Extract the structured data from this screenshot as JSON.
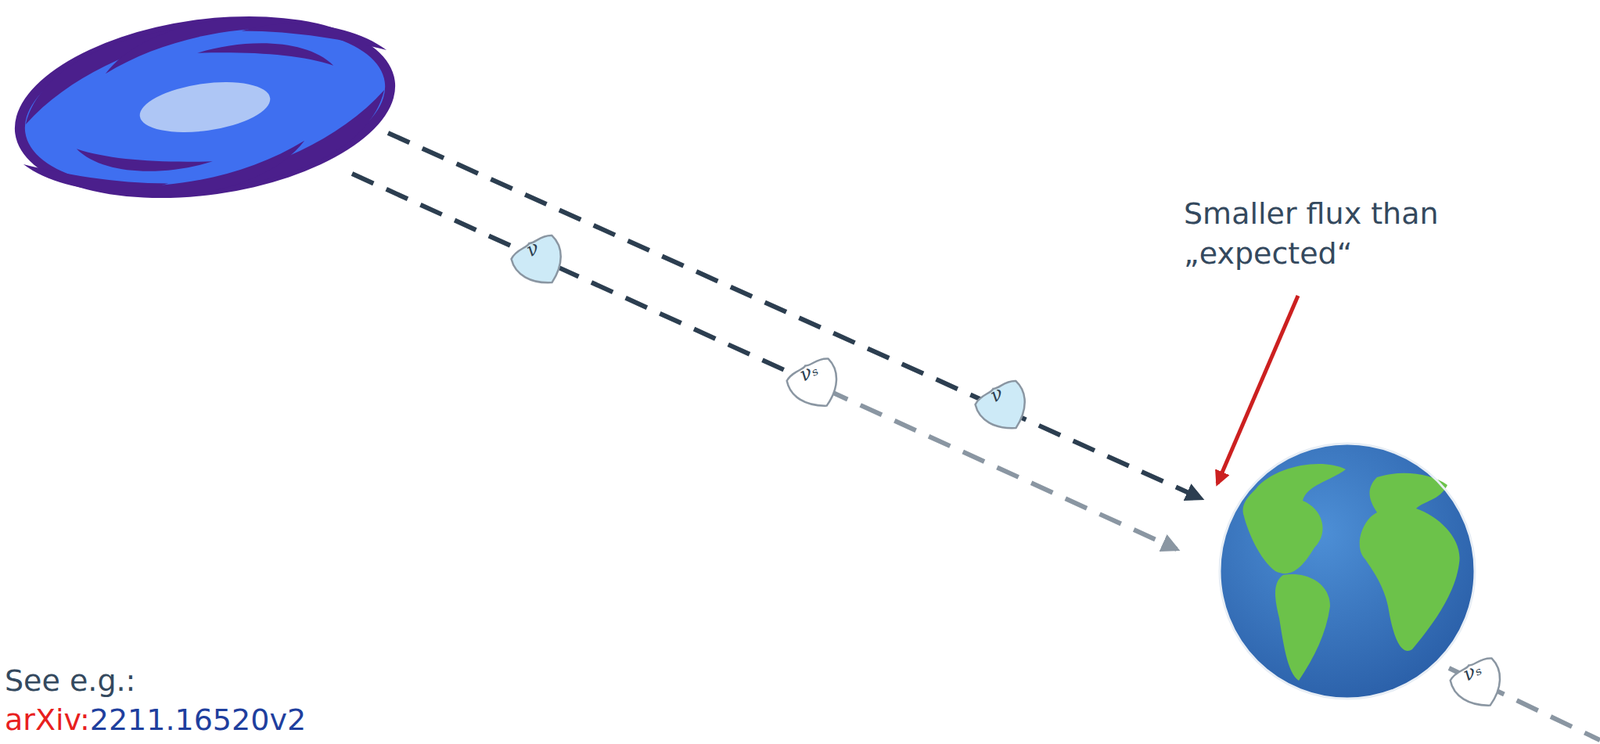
{
  "diagram": {
    "nodes": [
      {
        "text": [
          "ν"
        ]
      },
      {
        "text": [
          "νₛ"
        ]
      },
      {
        "text": [
          "ν"
        ]
      },
      {
        "text": [
          "νₛ"
        ]
      }
    ],
    "labels": [
      "Smaller flux than „expected“",
      "See e.g.:",
      "arXiv:",
      "2211.16520v2"
    ]
  }
}
